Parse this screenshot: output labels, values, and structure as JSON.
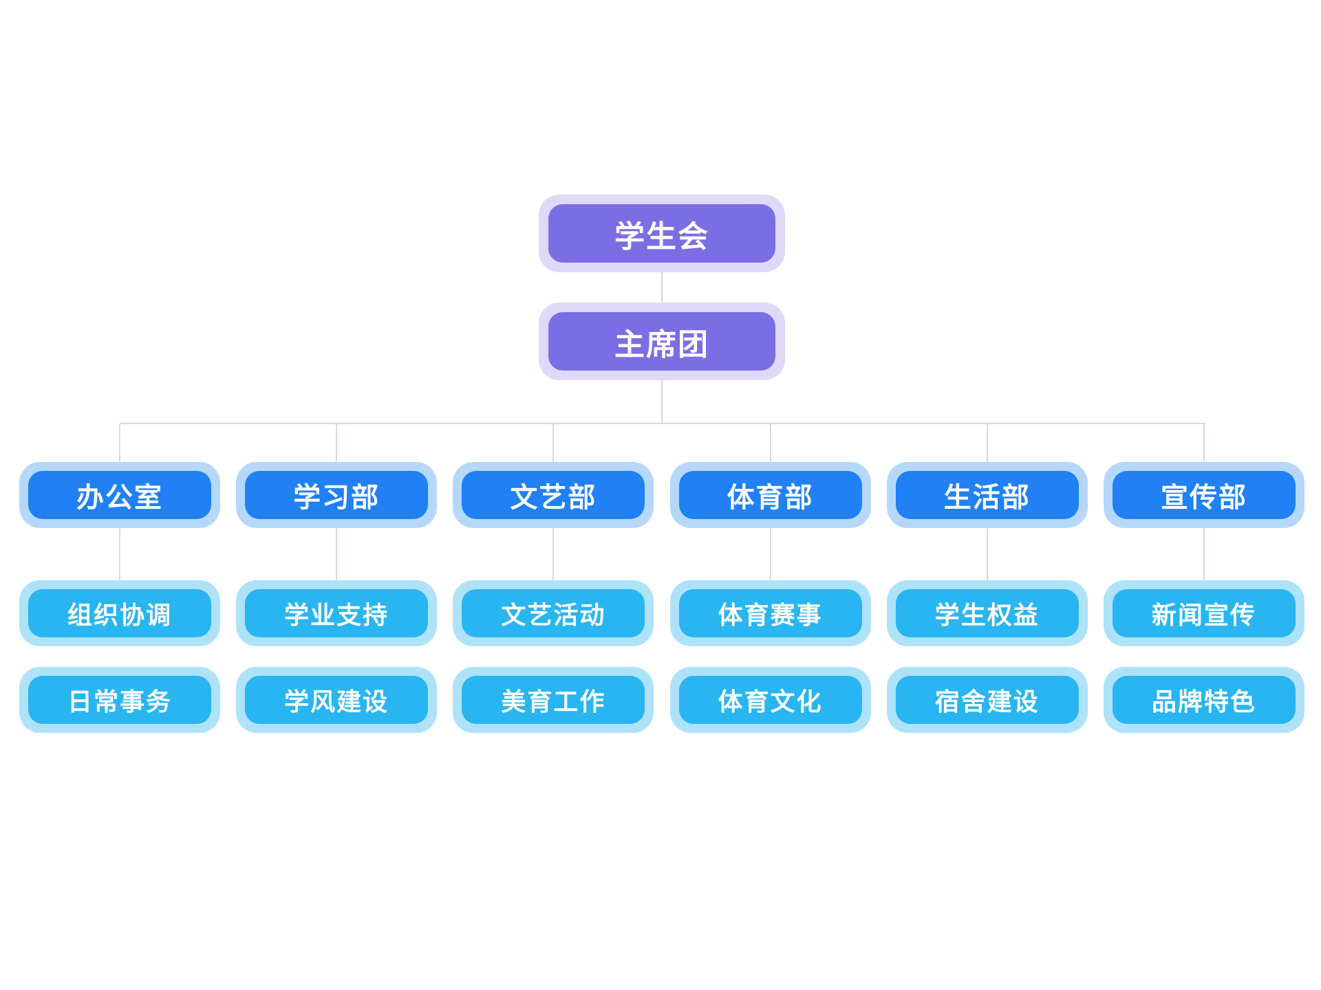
{
  "tree": {
    "root": {
      "label": "学生会"
    },
    "presidium": {
      "label": "主席团"
    },
    "departments": [
      {
        "name": "办公室",
        "items": [
          "组织协调",
          "日常事务"
        ]
      },
      {
        "name": "学习部",
        "items": [
          "学业支持",
          "学风建设"
        ]
      },
      {
        "name": "文艺部",
        "items": [
          "文艺活动",
          "美育工作"
        ]
      },
      {
        "name": "体育部",
        "items": [
          "体育赛事",
          "体育文化"
        ]
      },
      {
        "name": "生活部",
        "items": [
          "学生权益",
          "宿舍建设"
        ]
      },
      {
        "name": "宣传部",
        "items": [
          "新闻宣传",
          "品牌特色"
        ]
      }
    ]
  },
  "colors": {
    "purple-fill": "#7b6de4",
    "purple-halo": "#ded9f8",
    "blue-fill": "#2080f4",
    "blue-halo": "#b5d8fa",
    "cyan-fill": "#29b5f1",
    "cyan-halo": "#aee2f9",
    "line": "#d8d6ee",
    "text": "#ffffff"
  }
}
